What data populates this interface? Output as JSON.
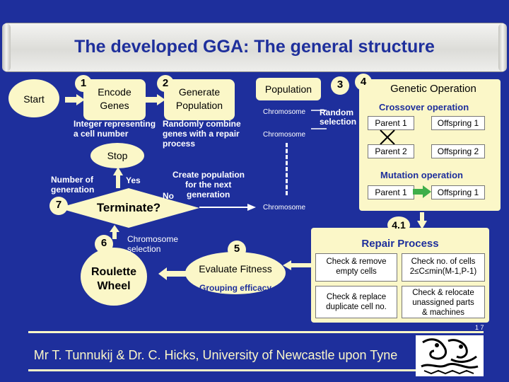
{
  "title": "The developed GGA: The general structure",
  "colors": {
    "background": "#1e2f9c",
    "cream": "#fbf7c8",
    "arrow_green": "#3fae4a",
    "title": "#1e2f9c"
  },
  "start": {
    "label": "Start"
  },
  "encode": {
    "number": "1",
    "label_line1": "Encode",
    "label_line2": "Genes",
    "note_line1": "Integer representing",
    "note_line2": "a cell number"
  },
  "generate": {
    "number": "2",
    "label_line1": "Generate",
    "label_line2": "Population",
    "note_line1": "Randomly combine",
    "note_line2": "genes with a repair",
    "note_line3": "process"
  },
  "population": {
    "label": "Population",
    "chromosome_label": "Chromosome"
  },
  "random_selection": {
    "number": "3",
    "line1": "Random",
    "line2": "selection"
  },
  "genetic_operation": {
    "number": "4",
    "title": "Genetic Operation",
    "crossover_title": "Crossover operation",
    "parent1": "Parent 1",
    "parent2": "Parent 2",
    "offspring1": "Offspring 1",
    "offspring2": "Offspring 2",
    "mutation_title": "Mutation operation",
    "mutation_parent": "Parent 1",
    "mutation_offspring": "Offspring 1"
  },
  "stop": {
    "label": "Stop"
  },
  "decision": {
    "number": "7",
    "label": "Terminate?",
    "condition_line1": "Number of",
    "condition_line2": "generation",
    "yes": "Yes",
    "no": "No",
    "create_line1": "Create population",
    "create_line2": "for the next",
    "create_line3": "generation"
  },
  "repair": {
    "number": "4.1",
    "title": "Repair Process",
    "cells": [
      {
        "line1": "Check & remove",
        "line2": "empty cells"
      },
      {
        "line1": "Check no. of cells",
        "line2": "2≤C≤min(M-1,P-1)"
      },
      {
        "line1": "Check & replace",
        "line2": "duplicate cell no."
      },
      {
        "line1": "Check & relocate",
        "line2": "unassigned parts",
        "line3": "& machines"
      }
    ]
  },
  "fitness": {
    "number": "5",
    "label": "Evaluate Fitness",
    "sub": "Grouping efficacy"
  },
  "roulette": {
    "number": "6",
    "label_line1": "Roulette",
    "label_line2": "Wheel",
    "note_line1": "Chromosome",
    "note_line2": "selection"
  },
  "footer": "Mr T. Tunnukij & Dr. C. Hicks, University of Newcastle upon Tyne",
  "page_marker": "1 7"
}
